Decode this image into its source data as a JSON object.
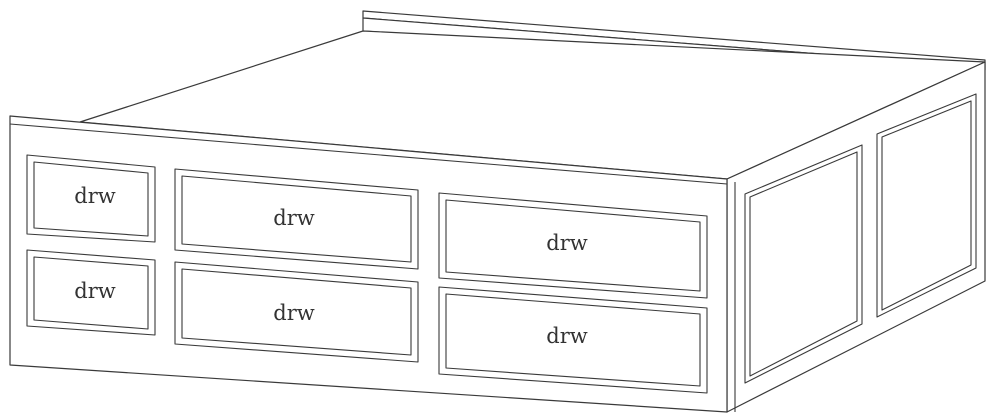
{
  "colors": {
    "background": "#ffffff",
    "line": "#3a3a3a",
    "label": "#333333"
  },
  "drawers": [
    {
      "label": "drw"
    },
    {
      "label": "drw"
    },
    {
      "label": "drw"
    },
    {
      "label": "drw"
    },
    {
      "label": "drw"
    },
    {
      "label": "drw"
    }
  ]
}
